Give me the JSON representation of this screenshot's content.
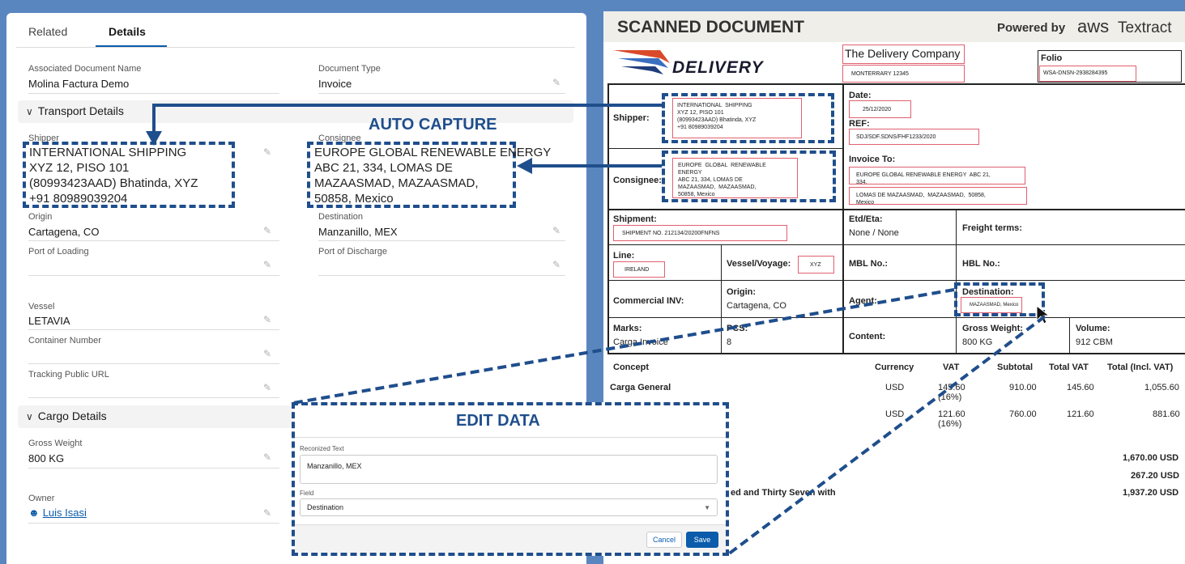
{
  "left": {
    "tabs": [
      {
        "label": "Related"
      },
      {
        "label": "Details"
      }
    ],
    "associated_document_label": "Associated Document Name",
    "associated_document_value": "Molina Factura Demo",
    "document_type_label": "Document Type",
    "document_type_value": "Invoice",
    "transport_section": "Transport Details",
    "shipper_label": "Shipper",
    "shipper_value": "INTERNATIONAL SHIPPING\nXYZ 12, PISO 101\n(80993423AAD) Bhatinda, XYZ\n+91 80989039204",
    "consignee_label": "Consignee",
    "consignee_value": "EUROPE GLOBAL RENEWABLE ENERGY\nABC 21, 334, LOMAS DE\nMAZAASMAD, MAZAASMAD,\n50858, Mexico",
    "origin_label": "Origin",
    "origin_value": "Cartagena, CO",
    "destination_label": "Destination",
    "destination_value": "Manzanillo, MEX",
    "port_loading_label": "Port of Loading",
    "port_discharge_label": "Port of Discharge",
    "vessel_label": "Vessel",
    "vessel_value": "LETAVIA",
    "container_label": "Container Number",
    "tracking_label": "Tracking Public URL",
    "cargo_section": "Cargo Details",
    "gross_weight_label": "Gross Weight",
    "gross_weight_value": "800 KG",
    "owner_label": "Owner",
    "owner_value": "Luis Isasi"
  },
  "annotations": {
    "auto_capture": "AUTO CAPTURE",
    "edit_data": "EDIT DATA"
  },
  "modal": {
    "recognized_label": "Reconized Text",
    "recognized_value": "Manzanillo, MEX",
    "field_label": "Field",
    "field_value": "Destination",
    "cancel": "Cancel",
    "save": "Save"
  },
  "doc": {
    "header_title": "SCANNED DOCUMENT",
    "powered_by": "Powered by",
    "aws": "aws",
    "textract": "Textract",
    "logo_text": "DELIVERY",
    "company": "The Delivery Company",
    "city": "MONTERRARY  12345",
    "folio_label": "Folio",
    "folio_value": "WSA-DNSN-2938284395",
    "shipper_label": "Shipper:",
    "shipper_text": "INTERNATIONAL  SHIPPING\nXYZ 12, PISO 101\n(80993423AAD) Bhatinda, XYZ\n+91 80989039204",
    "date_label": "Date:",
    "date_value": "25/12/2020",
    "ref_label": "REF:",
    "ref_value": "SDJ/SDF.SDNS/FHF1233/2020",
    "consignee_label": "Consignee:",
    "consignee_text": "EUROPE  GLOBAL  RENEWABLE\nENERGY\nABC 21, 334, LOMAS DE\nMAZAASMAD,  MAZAASMAD,\n50858, Mexico",
    "invoice_to_label": "Invoice To:",
    "invoice_to_1": "EUROPE GLOBAL RENEWABLE ENERGY  ABC 21,\n334,",
    "invoice_to_2": "LOMAS DE MAZAASMAD,  MAZAASMAD,  50858,\nMexico",
    "shipment_label": "Shipment:",
    "shipment_value": "SHIPMENT  NO.  212134/20200FNFNS",
    "etd_label": "Etd/Eta:",
    "etd_value": "None / None",
    "freight_label": "Freight terms:",
    "line_label": "Line:",
    "line_value": "IRELAND",
    "vessel_label": "Vessel/Voyage:",
    "vessel_value": "XYZ",
    "mbl_label": "MBL No.:",
    "hbl_label": "HBL No.:",
    "commercial_label": "Commercial INV:",
    "origin_label": "Origin:",
    "origin_value": "Cartagena, CO",
    "agent_label": "Agent:",
    "destination_label": "Destination:",
    "destination_value": "MAZAASMAD, Mexico",
    "marks_label": "Marks:",
    "marks_value": "Carga Invoice",
    "pcs_label": "PCS:",
    "pcs_value": "8",
    "content_label": "Content:",
    "gross_label": "Gross Weight:",
    "gross_value": "800 KG",
    "volume_label": "Volume:",
    "volume_value": "912 CBM",
    "cols": {
      "concept": "Concept",
      "currency": "Currency",
      "vat": "VAT",
      "subtotal": "Subtotal",
      "total_vat": "Total VAT",
      "total_incl": "Total (Incl. VAT)"
    },
    "row1": {
      "concept": "Carga General",
      "currency": "USD",
      "vat": "145.60\n(16%)",
      "subtotal": "910.00",
      "total_vat": "145.60",
      "total_incl": "1,055.60"
    },
    "row2": {
      "currency": "USD",
      "vat": "121.60\n(16%)",
      "subtotal": "760.00",
      "total_vat": "121.60",
      "total_incl": "881.60"
    },
    "sum1": "1,670.00 USD",
    "sum2": "267.20 USD",
    "sum3": "1,937.20 USD",
    "words": "ed and Thirty Seven with"
  }
}
